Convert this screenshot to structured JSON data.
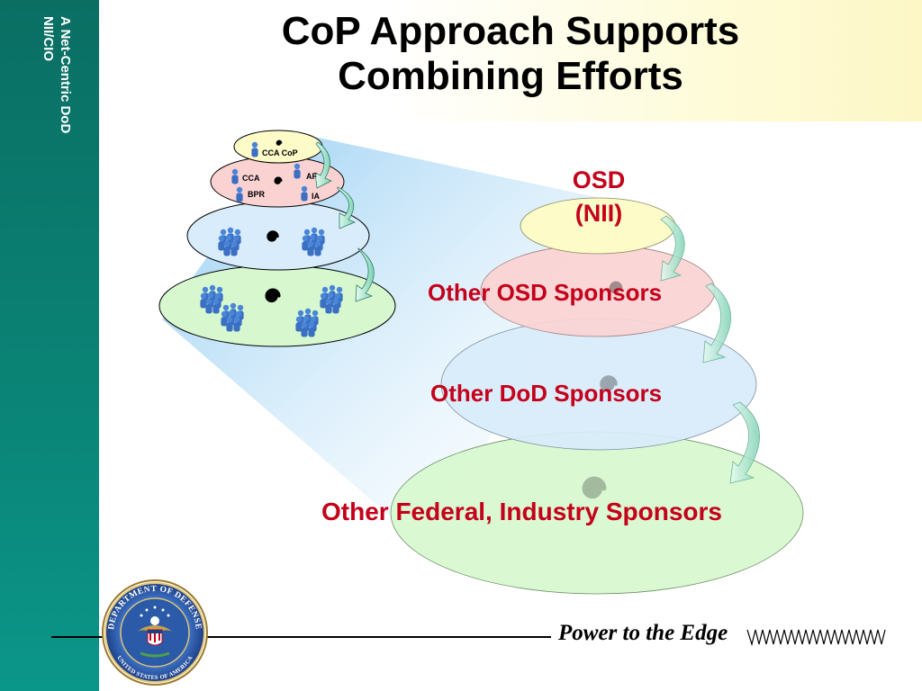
{
  "sidebar": {
    "line1": "A Net-Centric DoD",
    "line2": "NII/CIO"
  },
  "slide": {
    "title_line1": "CoP Approach Supports",
    "title_line2": "Combining Efforts",
    "tagline": "Power to the Edge"
  },
  "small_stack": {
    "top_label": "CCA CoP",
    "labels": [
      "CCA",
      "AF",
      "BPR",
      "IA"
    ]
  },
  "big_stack": {
    "osd_line1": "OSD",
    "osd_line2": "(NII)",
    "level1": "Other OSD Sponsors",
    "level2": "Other DoD Sponsors",
    "level3": "Other Federal, Industry Sponsors"
  },
  "seal": {
    "top_text": "DEPARTMENT OF DEFENSE",
    "bottom_text": "UNITED STATES OF AMERICA"
  },
  "colors": {
    "sidebar": "#0a8577",
    "title_text": "#000000",
    "label_red": "#c4001a",
    "yellow_layer": "#fdfbc8",
    "pink_layer": "#fbd2d2",
    "blue_layer": "#d8ecfb",
    "green_layer": "#d7f8cf",
    "arrow": "#9ee0c8"
  },
  "icons": [
    "spiral-icon",
    "person-icon",
    "people-group-icon",
    "curved-arrow-icon",
    "dod-seal-icon"
  ]
}
